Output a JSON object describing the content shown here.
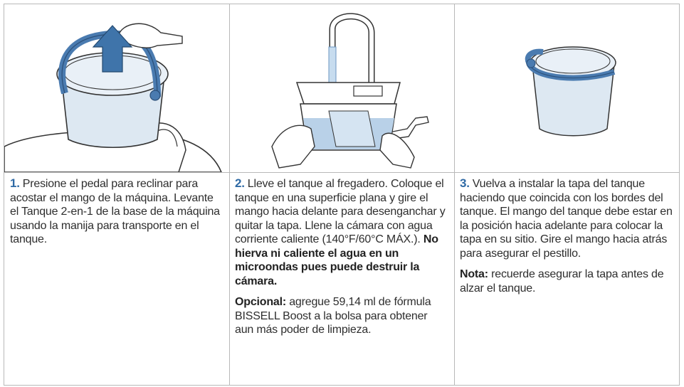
{
  "colors": {
    "accent": "#2f6aa5",
    "line": "#b9b9b9",
    "text": "#2e2e2e"
  },
  "illustrations": [
    {
      "name": "tank-lift-illustration",
      "icon": "lift-tank-up-arrow"
    },
    {
      "name": "sink-fill-illustration",
      "icon": "faucet-filling-tank"
    },
    {
      "name": "tank-lid-illustration",
      "icon": "tank-with-lid-handle"
    }
  ],
  "steps": [
    {
      "num": "1.",
      "text": "Presione el pedal para reclinar para acostar el mango de la máquina. Levante el Tanque 2-en-1 de la base de la máquina usando la manija para transporte en el tanque."
    },
    {
      "num": "2.",
      "text": "Lleve el tanque al fregadero. Coloque el tanque en una superficie plana y gire el mango hacia delante para desenganchar y quitar la tapa. Llene la cámara con agua corriente caliente (140°F/60°C MÁX.).",
      "bold": "No hierva ni caliente el agua en un microondas pues puede destruir la cámara.",
      "note_label": "Opcional:",
      "note_text": "agregue 59,14 ml de fórmula BISSELL Boost a la bolsa para obtener aun más poder de limpieza."
    },
    {
      "num": "3.",
      "text": "Vuelva a instalar la tapa del tanque haciendo que coincida con los bordes del tanque. El mango del tanque debe estar en la posición hacia adelante para colocar la tapa en su sitio. Gire el mango hacia atrás para asegurar el pestillo.",
      "note_label": "Nota:",
      "note_text": "recuerde asegurar la tapa antes de alzar el tanque."
    }
  ]
}
